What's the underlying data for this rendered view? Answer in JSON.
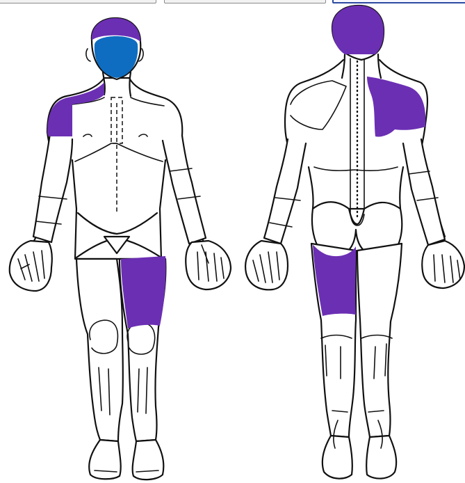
{
  "tabs": [
    {
      "state": "inactive"
    },
    {
      "state": "inactive"
    },
    {
      "state": "active"
    }
  ],
  "colors": {
    "pain_marker": "#6b2fb3",
    "face_marker": "#0e6dc0",
    "tab_accent": "#2c4aa0",
    "line": "#111111"
  },
  "views": [
    {
      "view": "front",
      "highlighted_regions": [
        "head-top",
        "face",
        "right-shoulder",
        "left-thigh-front"
      ]
    },
    {
      "view": "back",
      "highlighted_regions": [
        "head-back",
        "right-upper-back",
        "left-thigh-back"
      ]
    }
  ]
}
